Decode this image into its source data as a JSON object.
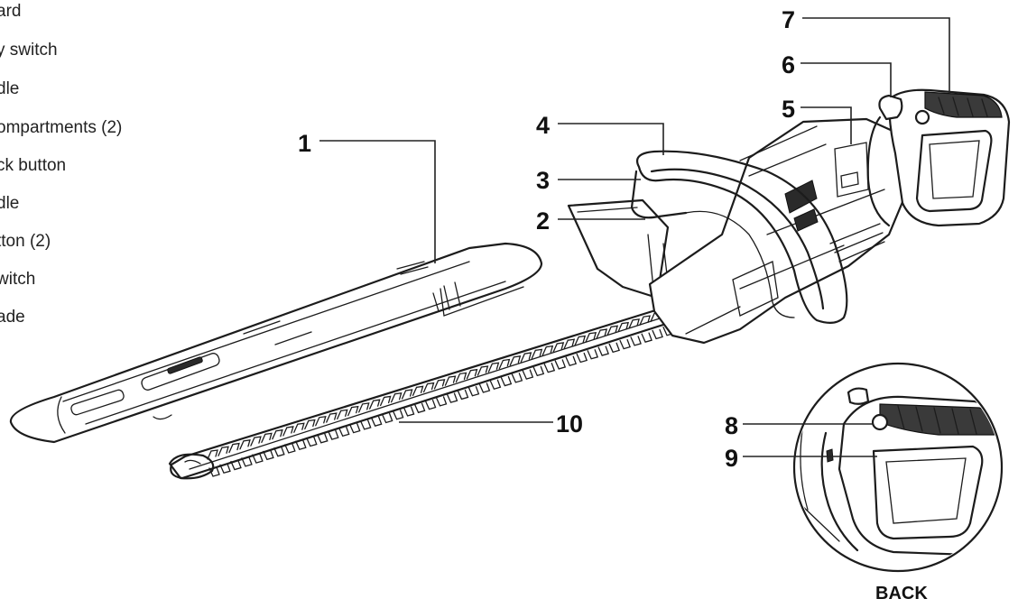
{
  "legend": {
    "items": [
      "ard",
      "y switch",
      "dle",
      "ompartments (2)",
      "ck button",
      "dle",
      "tton (2)",
      "witch",
      "ade"
    ]
  },
  "callouts": [
    "1",
    "2",
    "3",
    "4",
    "5",
    "6",
    "7",
    "8",
    "9",
    "10"
  ],
  "inset": {
    "label": "BACK"
  },
  "colors": {
    "ink": "#1c1c1c",
    "grip": "#3a3a3a",
    "background": "#ffffff"
  }
}
